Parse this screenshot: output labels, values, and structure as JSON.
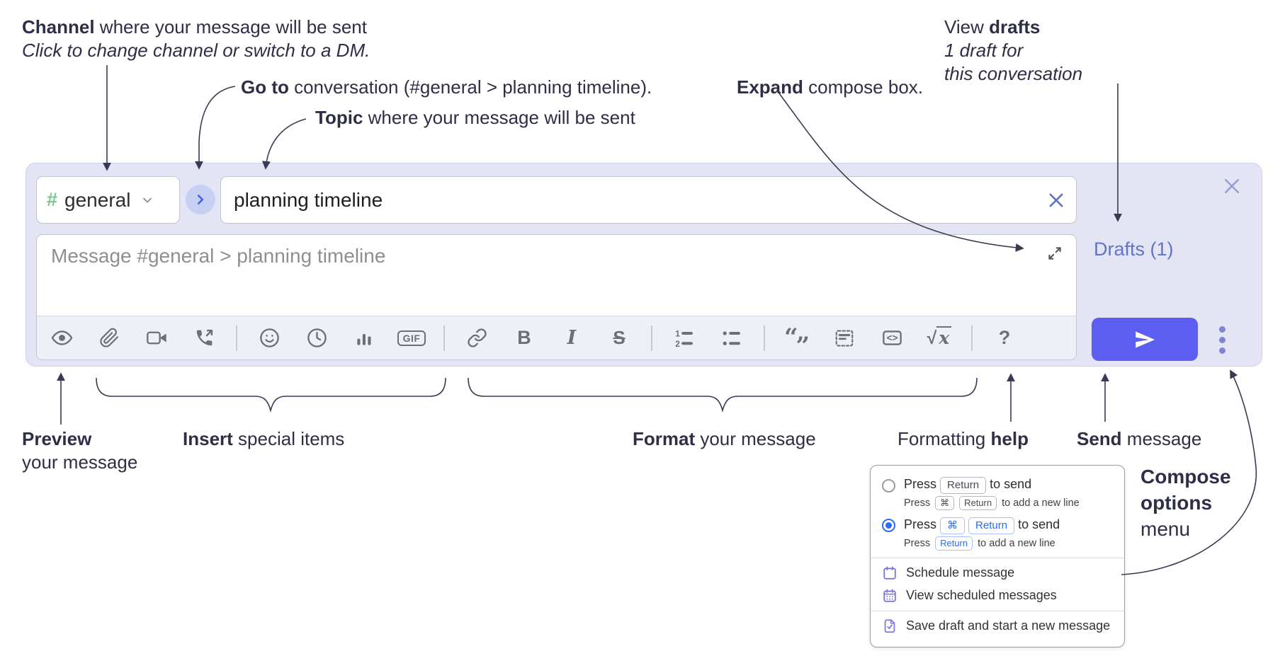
{
  "annotations": {
    "channel": {
      "bold": "Channel",
      "rest": " where your message will be sent",
      "line2": "Click to change channel or switch to a DM."
    },
    "goto": {
      "bold": "Go to",
      "rest": " conversation (#general > planning timeline)."
    },
    "topic": {
      "bold": "Topic",
      "rest": " where your message will be sent"
    },
    "expand": {
      "bold": "Expand",
      "rest": " compose box."
    },
    "drafts": {
      "pre": "View ",
      "bold": "drafts",
      "line2": "1 draft for",
      "line3": "this conversation"
    },
    "preview": {
      "bold": "Preview",
      "line2": "your message"
    },
    "insert": {
      "bold": "Insert",
      "rest": " special items"
    },
    "format": {
      "bold": "Format",
      "rest": " your message"
    },
    "formatting_help": {
      "pre": "Formatting ",
      "bold": "help"
    },
    "send": {
      "bold": "Send",
      "rest": " message"
    },
    "compose_options": {
      "line1": "Compose",
      "line2": "options",
      "line3": "menu"
    }
  },
  "compose": {
    "channel_hash": "#",
    "channel_name": "general",
    "topic_value": "planning timeline",
    "message_placeholder": "Message #general > planning timeline",
    "drafts_link": "Drafts (1)"
  },
  "toolbar": {
    "bold_glyph": "B",
    "italic_glyph": "I",
    "strike_glyph": "S",
    "gif_label": "GIF",
    "code_glyph": "<>",
    "ol_1": "1",
    "ol_2": "2",
    "math_root": "√",
    "math_var": "x",
    "quote_open": "“",
    "quote_close": "”",
    "help_glyph": "?"
  },
  "menu": {
    "option_return": {
      "press": "Press",
      "key_return": "Return",
      "to_send": "to send",
      "sub_press": "Press",
      "sub_key_cmd": "⌘",
      "sub_key_return": "Return",
      "sub_rest": "to add a new line"
    },
    "option_cmd_return": {
      "press": "Press",
      "key_cmd": "⌘",
      "key_return": "Return",
      "to_send": "to send",
      "sub_press": "Press",
      "sub_key_return": "Return",
      "sub_rest": "to add a new line"
    },
    "schedule": "Schedule message",
    "view_scheduled": "View scheduled messages",
    "save_draft": "Save draft and start a new message"
  },
  "colors": {
    "compose_bg": "#e3e5f4",
    "send_button": "#5b5ef0",
    "drafts_link": "#6373c8",
    "channel_hash_green": "#7cc78b",
    "selected_radio_blue": "#2b6cf3",
    "annotation_text": "#2e2e47"
  }
}
